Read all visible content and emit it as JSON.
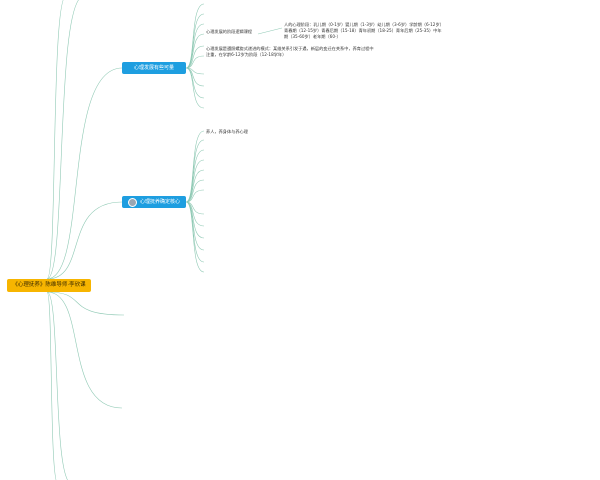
{
  "mindmap": {
    "root": {
      "label": "《心理抚养》陈维导师·李欣课"
    },
    "branches": [
      {
        "label": "心理发展有些可量",
        "children": [
          {
            "label": "心理发展的阶段逻辑课程",
            "detail": "人的心理阶段：乳儿期（0-1岁）婴儿期（1-3岁）幼儿期（3-6岁）学龄期（6-12岁）青春期（12-15岁）青春后期（15-18）青年初期（18-25）青年后期（25-35）中年期（35-60岁）老年期（60-）"
          },
          {
            "label": "心理发展是遵照螺旋式递进的模式：某维关系引发于遇，新层的变迁在关系中，养育过程中注重，在学龄6-12岁为阶段（12-18学年）"
          }
        ]
      },
      {
        "label": "心理抚养确定核心",
        "children": [
          {
            "label": "养人，养身体与养心理"
          }
        ]
      }
    ]
  },
  "colors": {
    "root_fill": "#f7b500",
    "branch_fill": "#1e9ee0",
    "link_stroke": "#8fc9b4"
  }
}
